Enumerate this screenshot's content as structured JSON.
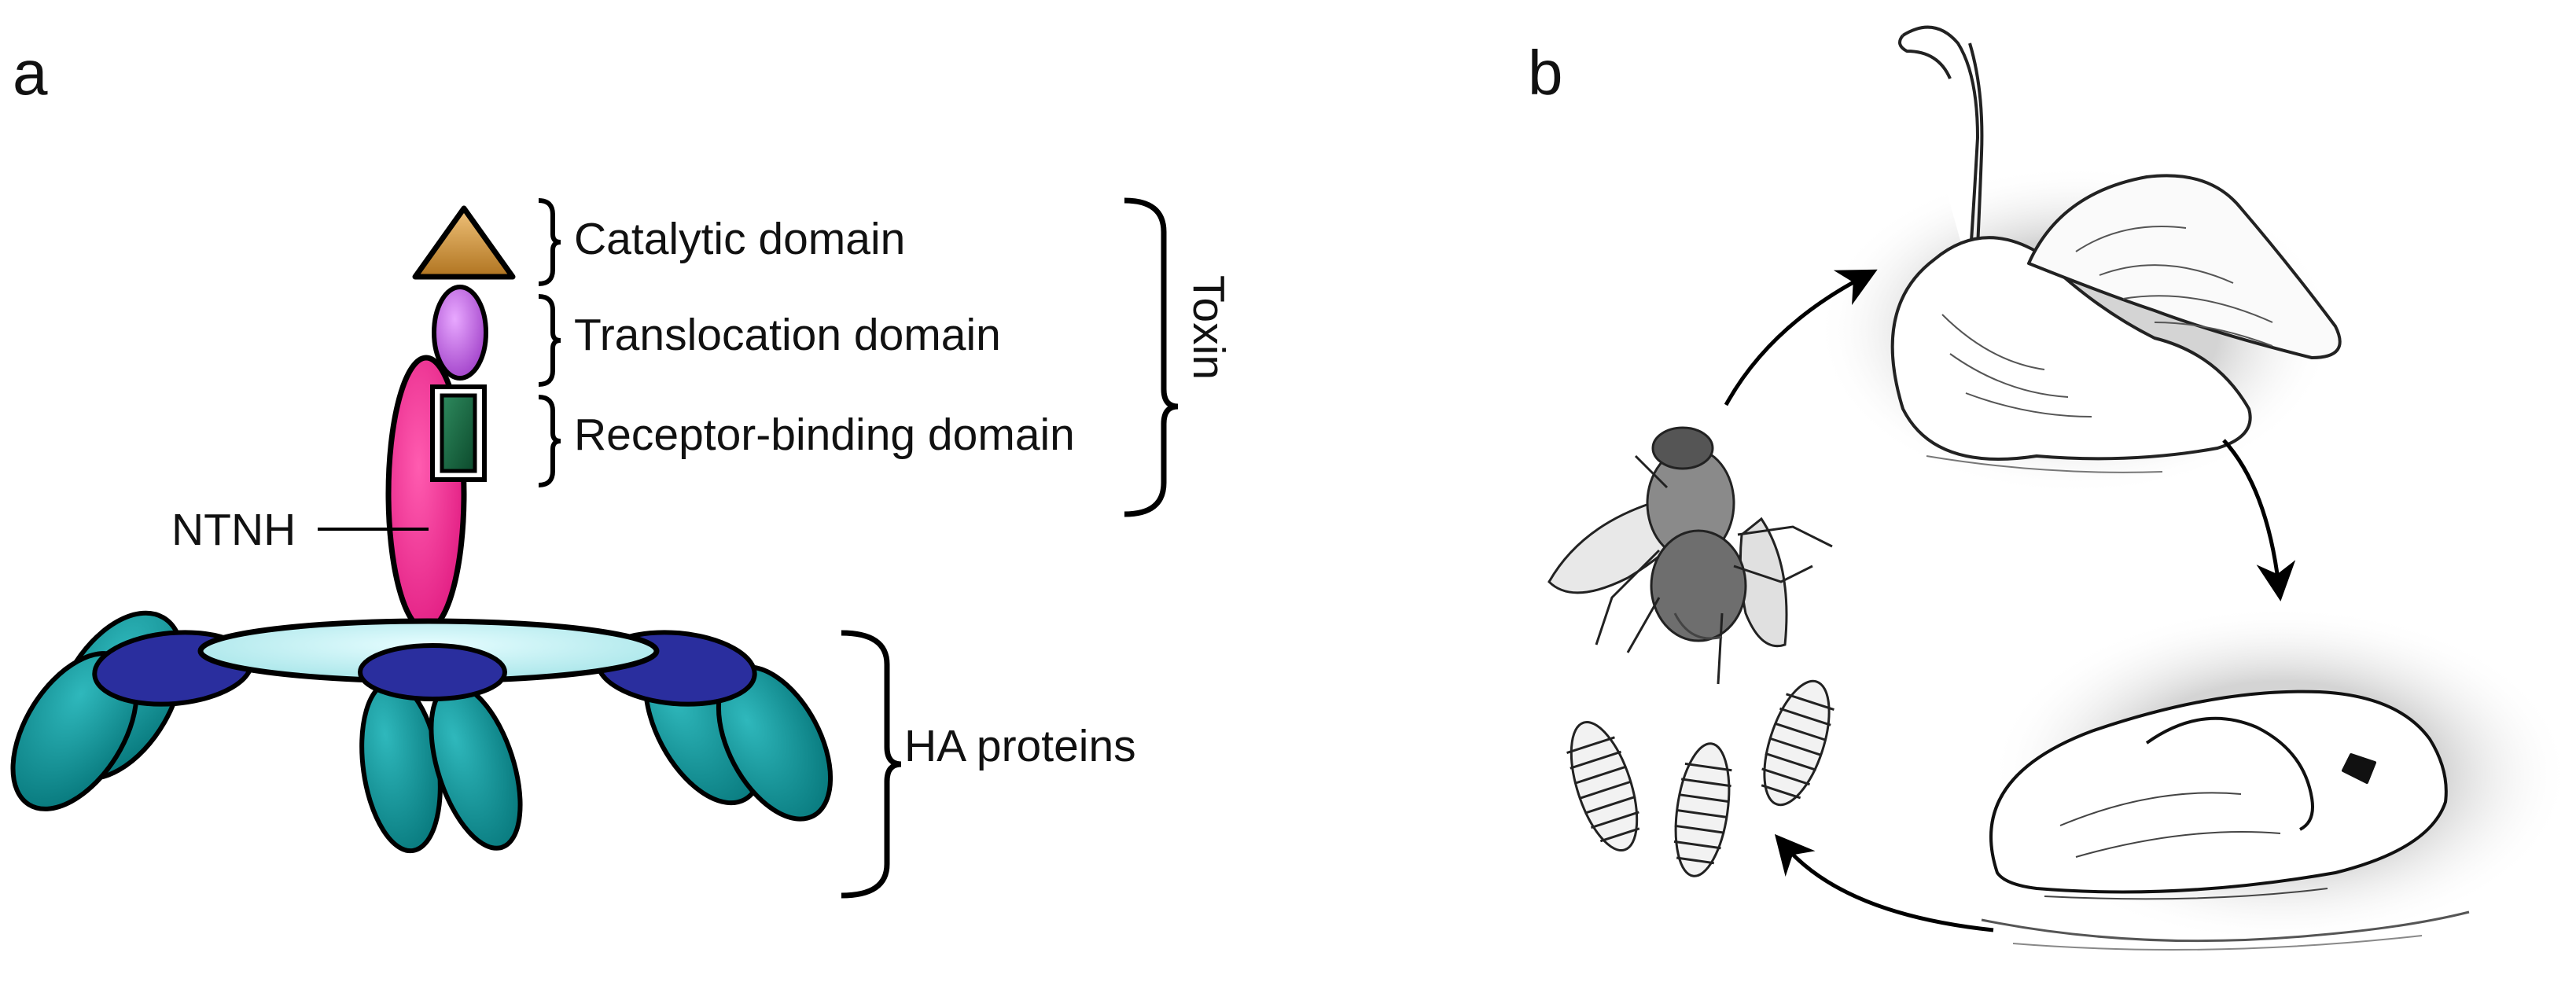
{
  "panel_a": {
    "letter": "a",
    "labels": {
      "catalytic": "Catalytic domain",
      "translocation": "Translocation domain",
      "receptor": "Receptor-binding domain",
      "toxin": "Toxin",
      "ntnh": "NTNH",
      "ha": "HA proteins"
    },
    "colors": {
      "catalytic": "#c8913a",
      "translocation": "#c86fe0",
      "receptor": "#1f6a46",
      "ntnh": "#ff2f96",
      "ha_bar": "#b8f0f2",
      "ha_dark": "#2a2e9e",
      "ha_teal": "#0e8f93"
    }
  },
  "panel_b": {
    "letter": "b",
    "figures": [
      "swan-upright",
      "swan-feeding",
      "fly",
      "larvae"
    ]
  }
}
